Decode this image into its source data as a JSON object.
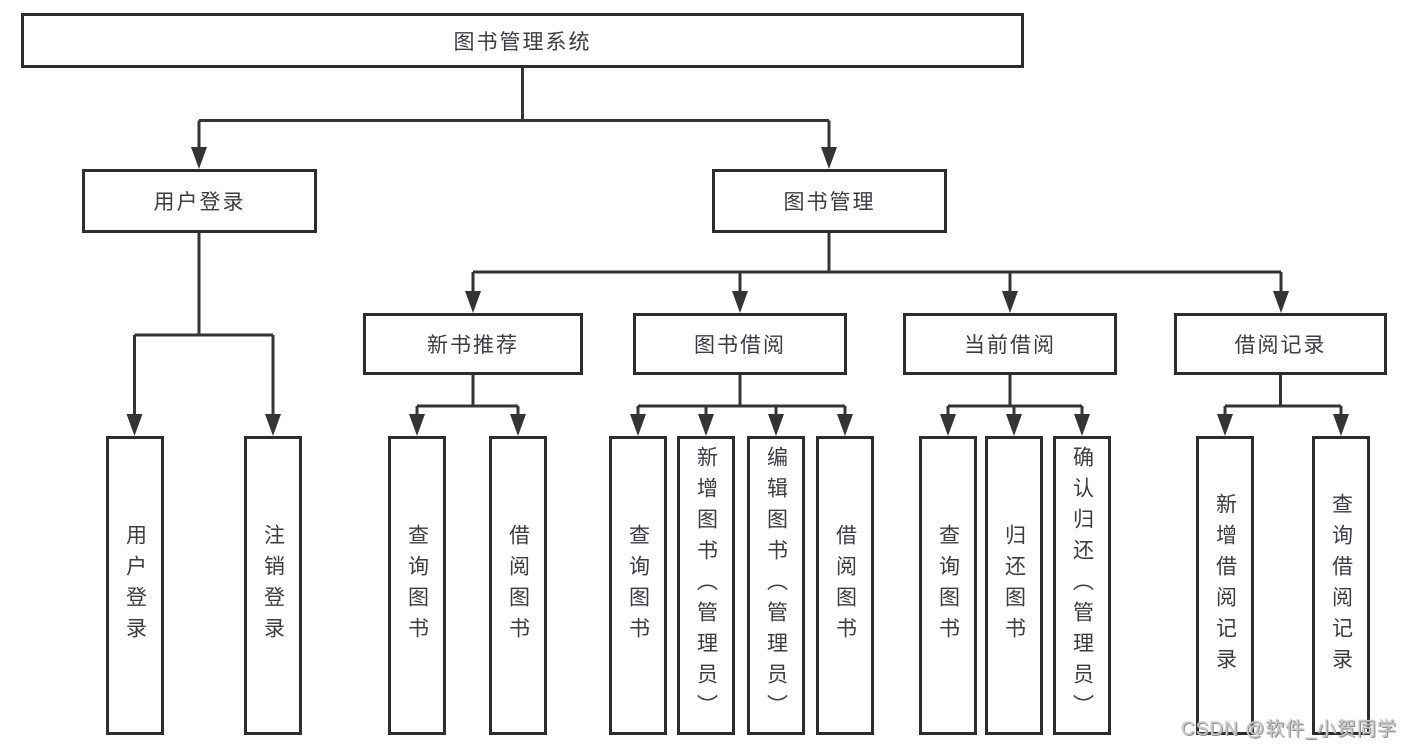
{
  "diagram_title": "图书管理系统",
  "nodes": {
    "root": {
      "id": "root",
      "label": "图书管理系统"
    },
    "level2": [
      {
        "id": "user-login",
        "label": "用户登录",
        "parent": "root"
      },
      {
        "id": "book-management",
        "label": "图书管理",
        "parent": "root"
      }
    ],
    "level3": [
      {
        "id": "new-book-recommend",
        "label": "新书推荐",
        "parent": "book-management"
      },
      {
        "id": "book-borrowing",
        "label": "图书借阅",
        "parent": "book-management"
      },
      {
        "id": "current-borrowing",
        "label": "当前借阅",
        "parent": "book-management"
      },
      {
        "id": "borrowing-records",
        "label": "借阅记录",
        "parent": "book-management"
      }
    ],
    "leaves": [
      {
        "id": "leaf-user-login",
        "label": "用户登录",
        "parent": "user-login"
      },
      {
        "id": "leaf-logout",
        "label": "注销登录",
        "parent": "user-login"
      },
      {
        "id": "leaf-query-book-recommend",
        "label": "查询图书",
        "parent": "new-book-recommend"
      },
      {
        "id": "leaf-borrow-book-recommend",
        "label": "借阅图书",
        "parent": "new-book-recommend"
      },
      {
        "id": "leaf-query-book-borrowing",
        "label": "查询图书",
        "parent": "book-borrowing"
      },
      {
        "id": "leaf-add-book-admin",
        "label": "新增图书（管理员）",
        "parent": "book-borrowing"
      },
      {
        "id": "leaf-edit-book-admin",
        "label": "编辑图书（管理员）",
        "parent": "book-borrowing"
      },
      {
        "id": "leaf-borrow-book-borrowing",
        "label": "借阅图书",
        "parent": "book-borrowing"
      },
      {
        "id": "leaf-query-book-current",
        "label": "查询图书",
        "parent": "current-borrowing"
      },
      {
        "id": "leaf-return-book",
        "label": "归还图书",
        "parent": "current-borrowing"
      },
      {
        "id": "leaf-confirm-return-admin",
        "label": "确认归还（管理员）",
        "parent": "current-borrowing"
      },
      {
        "id": "leaf-add-borrow-record",
        "label": "新增借阅记录",
        "parent": "borrowing-records"
      },
      {
        "id": "leaf-query-borrow-record",
        "label": "查询借阅记录",
        "parent": "borrowing-records"
      }
    ]
  },
  "watermark": "CSDN @软件_小贺同学",
  "colors": {
    "line": "#343434",
    "box_border": "#2d2d2d",
    "text": "#3c3c41",
    "background": "#ffffff",
    "watermark": "#c9c9c9"
  }
}
